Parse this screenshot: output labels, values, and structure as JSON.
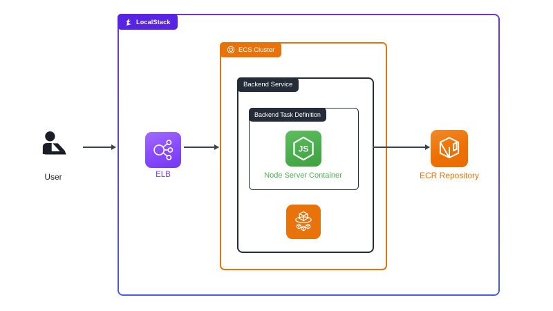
{
  "diagram": {
    "outer_group": {
      "label": "LocalStack",
      "tab_color": "#5724e3",
      "border_gradient_top": "#7430dc",
      "border_gradient_bottom": "#4a5ae8"
    },
    "groups": {
      "ecs_cluster": {
        "label": "ECS Cluster",
        "color": "#e8730a"
      },
      "backend_service": {
        "label": "Backend Service",
        "color": "#252b37"
      },
      "backend_task": {
        "label": "Backend Task Definition",
        "color": "#252b37"
      }
    },
    "nodes": {
      "user": {
        "label": "User",
        "label_color": "#23272e"
      },
      "elb": {
        "label": "ELB",
        "label_color": "#7b3bf2",
        "icon_color": "#8c4fff"
      },
      "node_container": {
        "label": "Node Server Container",
        "icon_text": "JS",
        "label_color": "#4caf50",
        "icon_color": "#4caf50"
      },
      "ecs_service": {
        "icon_color": "#e8730a"
      },
      "ecr": {
        "label": "ECR Repository",
        "label_color": "#e8730a",
        "icon_color": "#ed7100"
      }
    },
    "icons": {
      "localstack-logo-icon": "angular white localstack mark",
      "ecs-cluster-icon": "circle with hexagon outline",
      "user-at-laptop-icon": "person at laptop silhouette",
      "elb-load-balancer-icon": "circle branching to three nodes",
      "nodejs-hexagon-icon": "hexagon with JS letters",
      "ecs-service-cube-icon": "cube over orbit ellipse with three mini cubes",
      "ecr-cube-icon": "3d cube with folded panel",
      "arrow-right": "black right arrow connector"
    },
    "arrow_color": "#3c424b"
  }
}
